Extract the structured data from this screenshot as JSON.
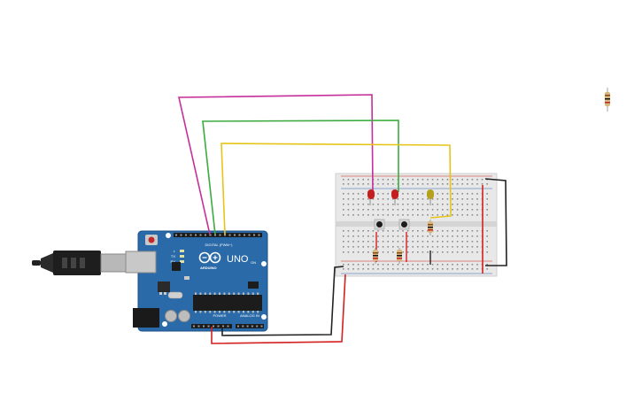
{
  "scene": "circuit-breadboard",
  "board": {
    "brand": "ARDUINO",
    "model": "UNO",
    "digital_header": "DIGITAL (PWM~)",
    "power_header": "POWER",
    "analog_header": "ANALOG IN",
    "tx_label": "TX",
    "rx_label": "RX",
    "l_label": "L",
    "on_label": "ON"
  },
  "colors": {
    "board": "#2a6aa8",
    "wire_magenta": "#c62f9a",
    "wire_green": "#3bab3f",
    "wire_yellow": "#e5c51a",
    "wire_black": "#222222",
    "wire_red": "#d42020",
    "led_red": "#c41e1e",
    "led_yellow": "#b4a11e",
    "breadboard": "#e8e8e8"
  },
  "components": [
    "arduino-uno",
    "breadboard",
    "red-led",
    "red-led",
    "yellow-led",
    "pushbutton",
    "pushbutton",
    "resistor",
    "resistor",
    "resistor",
    "resistor",
    "usb-cable"
  ]
}
